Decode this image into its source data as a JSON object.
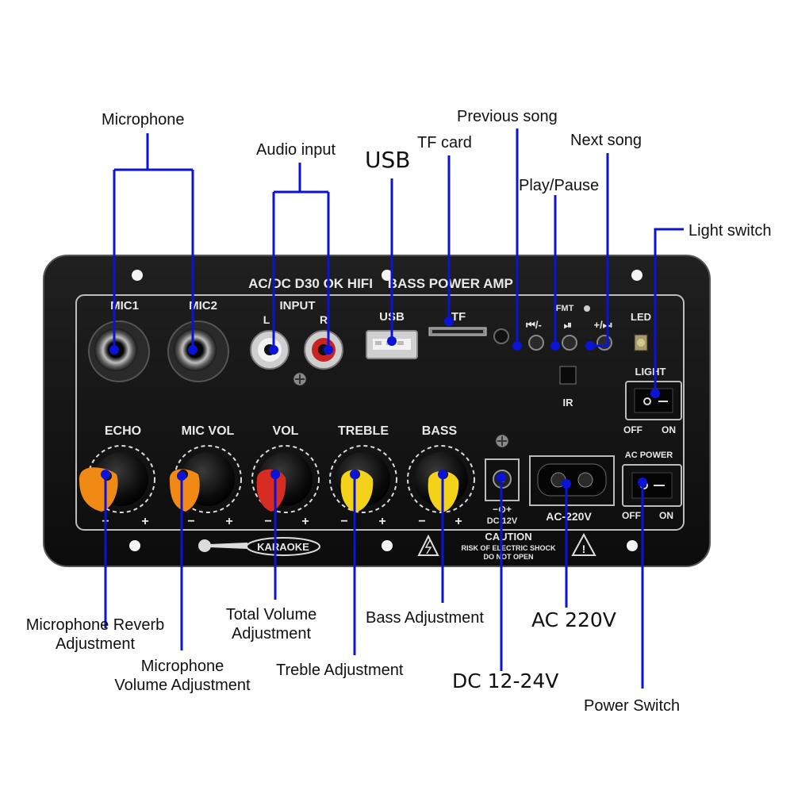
{
  "callouts": {
    "microphone": "Microphone",
    "audio_input": "Audio input",
    "usb": "USB",
    "tf_card": "TF card",
    "previous_song": "Previous song",
    "next_song": "Next song",
    "play_pause": "Play/Pause",
    "light_switch": "Light switch",
    "mic_reverb_line1": "Microphone Reverb",
    "mic_reverb_line2": "Adjustment",
    "mic_volume_line1": "Microphone",
    "mic_volume_line2": "Volume Adjustment",
    "total_volume_line1": "Total Volume",
    "total_volume_line2": "Adjustment",
    "treble_adjustment": "Treble Adjustment",
    "bass_adjustment": "Bass Adjustment",
    "ac_220v": "AC 220V",
    "dc_12_24v": "DC 12-24V",
    "power_switch": "Power Switch"
  },
  "panel": {
    "header": "AC/DC D30 OK HIFI    BASS POWER AMP",
    "mic1": "MIC1",
    "mic2": "MIC2",
    "input": "INPUT",
    "input_l": "L",
    "input_r": "R",
    "usb": "USB",
    "tf": "TF",
    "prev_btn": "⏮/-",
    "play_btn": "⏯",
    "next_btn": "+/⏭",
    "fmt": "FMT",
    "ir": "IR",
    "led": "LED",
    "light": "LIGHT",
    "light_off": "OFF",
    "light_on": "ON",
    "echo": "ECHO",
    "mic_vol": "MIC VOL",
    "vol": "VOL",
    "treble": "TREBLE",
    "bass": "BASS",
    "minus": "−",
    "plus": "+",
    "dc_label": "DC 12V",
    "ac_label": "AC-220V",
    "ac_power": "AC POWER",
    "power_off": "OFF",
    "power_on": "ON",
    "karaoke": "KARAOKE",
    "caution_title": "CAUTION",
    "caution_line1": "RISK OF ELECTRIC SHOCK",
    "caution_line2": "DO NOT OPEN"
  },
  "colors": {
    "pointer": "#0b14d6",
    "panel": "#141414",
    "knob_orange": "#f08a14",
    "knob_red": "#d62c22",
    "knob_yellow": "#f5d21a"
  }
}
